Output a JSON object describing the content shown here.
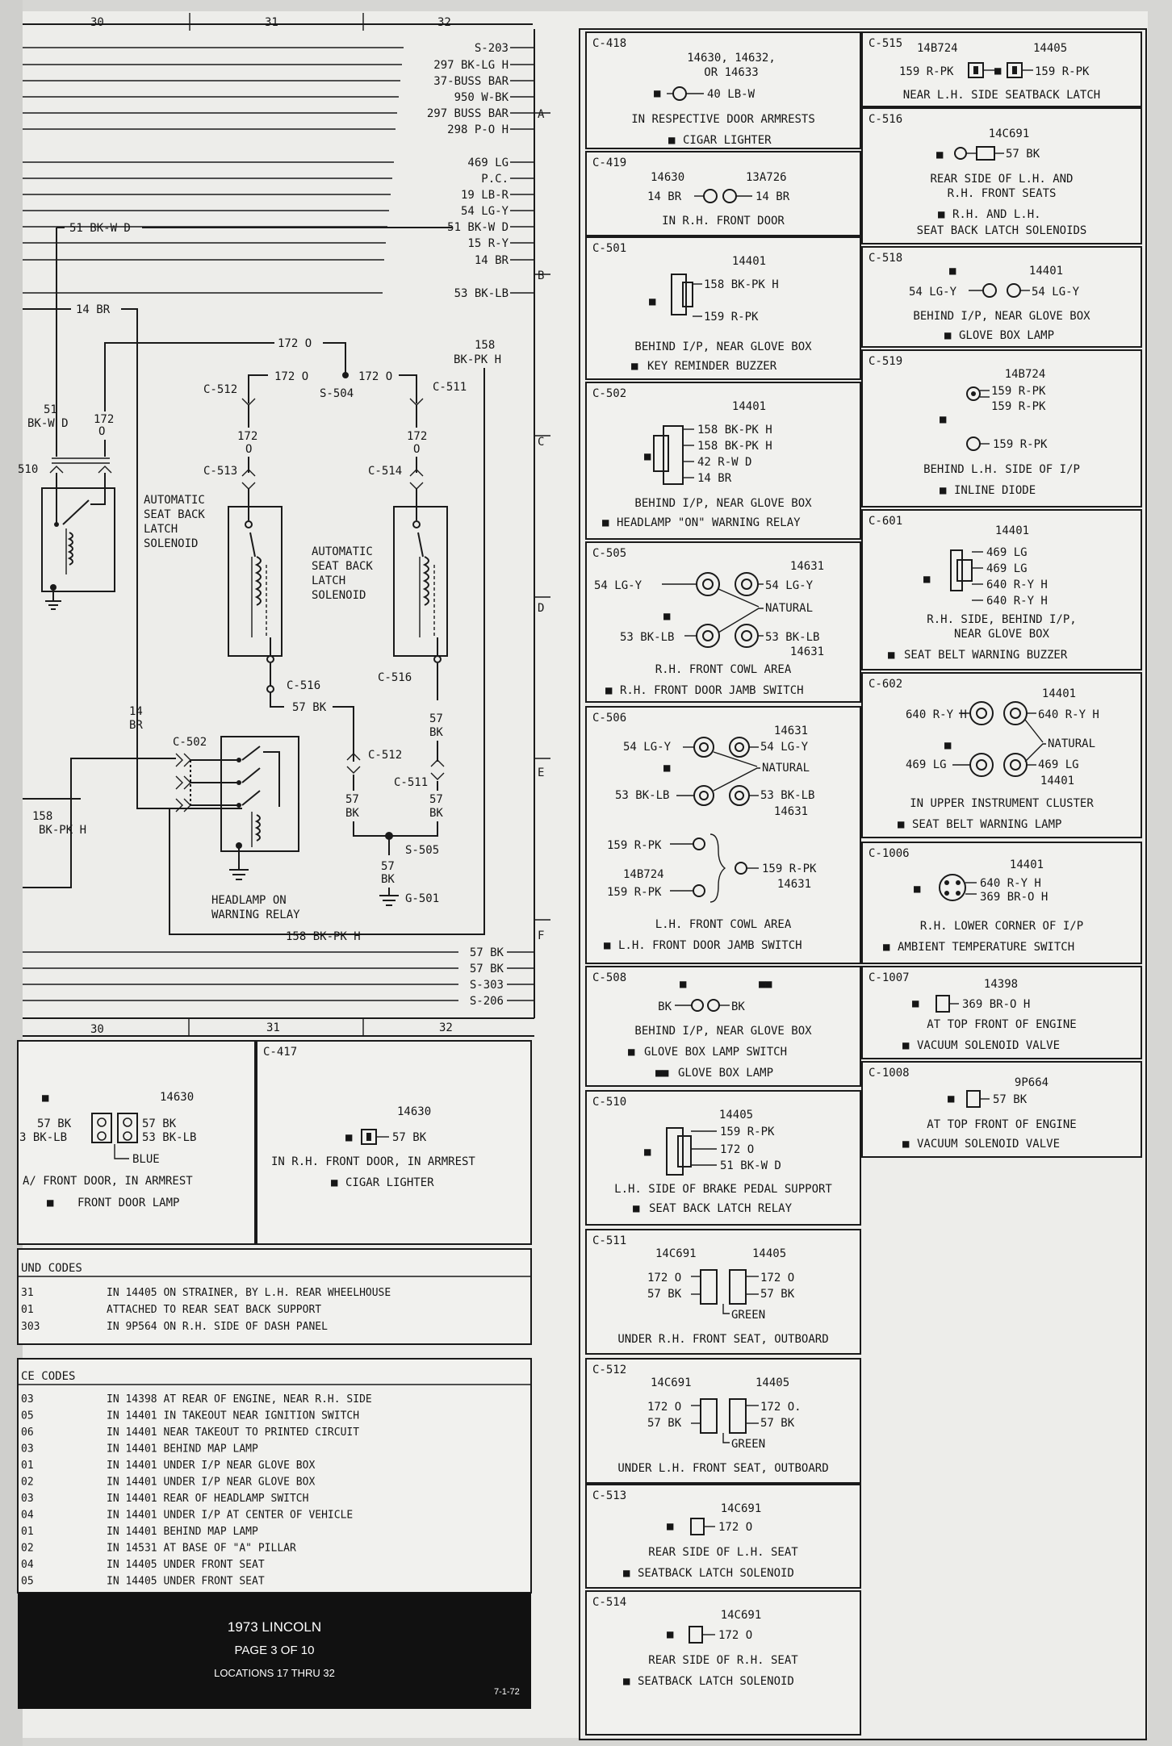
{
  "grid_top": [
    "30",
    "31",
    "32"
  ],
  "grid_bottom": [
    "30",
    "31",
    "32"
  ],
  "zones": [
    "A",
    "B",
    "C",
    "D",
    "E",
    "F"
  ],
  "left_wires": [
    {
      "label": "S-203"
    },
    {
      "label": "297 BK-LG H"
    },
    {
      "label": "37-BUSS BAR"
    },
    {
      "label": "950 W-BK"
    },
    {
      "label": "297 BUSS BAR"
    },
    {
      "label": "298 P-O H"
    },
    {
      "label": "469 LG"
    },
    {
      "label": "P.C."
    },
    {
      "label": "19 LB-R"
    },
    {
      "label": "54 LG-Y"
    },
    {
      "label": "51 BK-W D"
    },
    {
      "label": "15 R-Y"
    },
    {
      "label": "14 BR"
    },
    {
      "label": "53 BK-LB"
    }
  ],
  "bottom_wires": [
    {
      "label": "57 BK"
    },
    {
      "label": "57 BK"
    },
    {
      "label": "S-303"
    },
    {
      "label": "S-206"
    }
  ],
  "schematic": {
    "w_51bkwd": "51 BK-W D",
    "w_14br": "14 BR",
    "w_172o_top": "172 O",
    "w_172o_l": "172 O",
    "w_172o_r": "172 O",
    "c512": "C-512",
    "s504": "S-504",
    "c511": "C-511",
    "w158": "158",
    "w158b": "BK-PK H",
    "w51l1": "51",
    "w51l2": "BK-W D",
    "w172a": "172",
    "w172b": "O",
    "c510": "510",
    "w172c": "172",
    "w172d": "O",
    "c513": "C-513",
    "w172e": "172",
    "w172f": "O",
    "c514": "C-514",
    "asb1": [
      "AUTOMATIC",
      "SEAT BACK",
      "LATCH",
      "SOLENOID"
    ],
    "asb2": [
      "AUTOMATIC",
      "SEAT BACK",
      "LATCH",
      "SOLENOID"
    ],
    "c516a": "C-516",
    "w57bk": "57 BK",
    "c516b": "C-516",
    "w14": "14",
    "wbr": "BR",
    "c502": "C-502",
    "w57a": "57",
    "wbka": "BK",
    "c512b": "C-512",
    "c511b": "C-511",
    "w57b": "57",
    "wbkb": "BK",
    "w57c": "57",
    "wbkc": "BK",
    "w158c": "158",
    "w158d": "BK-PK H",
    "s505": "S-505",
    "w57d": "57",
    "wbkd": "BK",
    "g501": "G-501",
    "hdlamp": [
      "HEADLAMP ON",
      "WARNING RELAY"
    ],
    "w158e": "158 BK-PK H"
  },
  "c417_left": {
    "part": "14630",
    "w1": "57 BK",
    "w2": "57 BK",
    "w3": "3 BK-LB",
    "w4": "53 BK-LB",
    "blue": "BLUE",
    "loc": "A/ FRONT DOOR, IN ARMREST",
    "fn": "FRONT DOOR LAMP"
  },
  "c417": {
    "id": "C-417",
    "part": "14630",
    "wire": "57 BK",
    "loc": "IN R.H. FRONT DOOR, IN ARMREST",
    "fn": "CIGAR LIGHTER"
  },
  "ground_codes": {
    "title": "UND CODES",
    "rows": [
      {
        "code": "31",
        "text": "IN 14405 ON STRAINER, BY L.H. REAR WHEELHOUSE"
      },
      {
        "code": "01",
        "text": "ATTACHED TO REAR SEAT BACK SUPPORT"
      },
      {
        "code": "303",
        "text": "IN 9P564 ON R.H. SIDE OF DASH PANEL"
      }
    ]
  },
  "splice_codes": {
    "title": "CE  CODES",
    "rows": [
      {
        "code": "03",
        "text": "IN 14398 AT REAR OF ENGINE, NEAR R.H. SIDE"
      },
      {
        "code": "05",
        "text": "IN 14401 IN TAKEOUT NEAR IGNITION SWITCH"
      },
      {
        "code": "06",
        "text": "IN 14401 NEAR TAKEOUT TO PRINTED CIRCUIT"
      },
      {
        "code": "03",
        "text": "IN 14401 BEHIND MAP LAMP"
      },
      {
        "code": "01",
        "text": "IN 14401 UNDER I/P NEAR GLOVE BOX"
      },
      {
        "code": "02",
        "text": "IN 14401 UNDER I/P NEAR GLOVE BOX"
      },
      {
        "code": "03",
        "text": "IN 14401 REAR OF HEADLAMP SWITCH"
      },
      {
        "code": "04",
        "text": "IN 14401 UNDER I/P AT CENTER OF VEHICLE"
      },
      {
        "code": "01",
        "text": "IN 14401 BEHIND MAP LAMP"
      },
      {
        "code": "02",
        "text": "IN 14531 AT BASE OF \"A\" PILLAR"
      },
      {
        "code": "04",
        "text": "IN 14405 UNDER FRONT SEAT"
      },
      {
        "code": "05",
        "text": "IN 14405 UNDER FRONT SEAT"
      }
    ]
  },
  "title_block": {
    "line1": "1973 LINCOLN",
    "line2": "PAGE 3 OF 10",
    "line3": "LOCATIONS 17 THRU 32",
    "date": "7-1-72"
  },
  "connectors_a": [
    {
      "id": "C-418",
      "part": "14630, 14632,",
      "part2": "OR 14633",
      "wire": "40 LB-W",
      "loc": "IN RESPECTIVE DOOR ARMRESTS",
      "fn": "CIGAR LIGHTER"
    },
    {
      "id": "C-419",
      "p1": "14630",
      "p2": "13A726",
      "w1": "14 BR",
      "w2": "14 BR",
      "loc": "IN R.H. FRONT DOOR"
    },
    {
      "id": "C-501",
      "part": "14401",
      "w1": "158 BK-PK H",
      "w2": "159 R-PK",
      "loc": "BEHIND I/P, NEAR GLOVE BOX",
      "fn": "KEY REMINDER BUZZER"
    },
    {
      "id": "C-502",
      "part": "14401",
      "w1": "158 BK-PK H",
      "w2": "158 BK-PK H",
      "w3": "42 R-W D",
      "w4": "14 BR",
      "loc": "BEHIND I/P, NEAR GLOVE BOX",
      "fn": "HEADLAMP \"ON\" WARNING RELAY"
    },
    {
      "id": "C-505",
      "p1": "14631",
      "w1": "54 LG-Y",
      "w2": "54 LG-Y",
      "nat": "NATURAL",
      "w3": "53 BK-LB",
      "w4": "53 BK-LB",
      "p2": "14631",
      "loc": "R.H. FRONT COWL AREA",
      "fn": "R.H. FRONT DOOR JAMB SWITCH"
    },
    {
      "id": "C-506",
      "p1": "14631",
      "w1": "54 LG-Y",
      "w2": "54 LG-Y",
      "nat": "NATURAL",
      "w3": "53 BK-LB",
      "w4": "53 BK-LB",
      "p2": "14631",
      "w5": "159 R-PK",
      "p3": "14B724",
      "w6": "159 R-PK",
      "w7": "159 R-PK",
      "p4": "14631",
      "loc": "L.H. FRONT COWL AREA",
      "fn": "L.H. FRONT DOOR JAMB SWITCH"
    },
    {
      "id": "C-508",
      "w1": "BK",
      "w2": "BK",
      "loc": "BEHIND I/P, NEAR GLOVE BOX",
      "fn": "GLOVE BOX LAMP SWITCH",
      "fn2": "GLOVE BOX LAMP"
    },
    {
      "id": "C-510",
      "part": "14405",
      "w1": "159 R-PK",
      "w2": "172 O",
      "w3": "51 BK-W D",
      "loc": "L.H. SIDE OF BRAKE PEDAL SUPPORT",
      "fn": "SEAT BACK LATCH RELAY"
    },
    {
      "id": "C-511",
      "p1": "14C691",
      "p2": "14405",
      "w1": "172 O",
      "w2": "172 O",
      "w3": "57 BK",
      "w4": "57 BK",
      "green": "GREEN",
      "loc": "UNDER R.H. FRONT SEAT, OUTBOARD"
    },
    {
      "id": "C-512",
      "p1": "14C691",
      "p2": "14405",
      "w1": "172 O",
      "w2": "172 O.",
      "w3": "57 BK",
      "w4": "57 BK",
      "green": "GREEN",
      "loc": "UNDER L.H. FRONT SEAT, OUTBOARD"
    },
    {
      "id": "C-513",
      "part": "14C691",
      "wire": "172 O",
      "loc": "REAR SIDE OF L.H. SEAT",
      "fn": "SEATBACK LATCH SOLENOID"
    },
    {
      "id": "C-514",
      "part": "14C691",
      "wire": "172 O",
      "loc": "REAR SIDE OF R.H. SEAT",
      "fn": "SEATBACK LATCH SOLENOID"
    }
  ],
  "connectors_b": [
    {
      "id": "C-515",
      "p1": "14B724",
      "p2": "14405",
      "w1": "159 R-PK",
      "w2": "159 R-PK",
      "loc": "NEAR L.H. SIDE SEATBACK LATCH"
    },
    {
      "id": "C-516",
      "part": "14C691",
      "wire": "57 BK",
      "loc1": "REAR SIDE OF L.H. AND",
      "loc2": "R.H. FRONT SEATS",
      "fn1": "R.H. AND L.H.",
      "fn2": "SEAT BACK LATCH SOLENOIDS"
    },
    {
      "id": "C-518",
      "part": "14401",
      "w1": "54 LG-Y",
      "w2": "54 LG-Y",
      "loc": "BEHIND I/P, NEAR GLOVE BOX",
      "fn": "GLOVE BOX LAMP"
    },
    {
      "id": "C-519",
      "part": "14B724",
      "w1": "159 R-PK",
      "w2": "159 R-PK",
      "w3": "159 R-PK",
      "loc": "BEHIND L.H. SIDE OF I/P",
      "fn": "INLINE DIODE"
    },
    {
      "id": "C-601",
      "part": "14401",
      "w1": "469 LG",
      "w2": "469 LG",
      "w3": "640 R-Y H",
      "w4": "640 R-Y H",
      "loc1": "R.H. SIDE, BEHIND I/P,",
      "loc2": "NEAR GLOVE BOX",
      "fn": "SEAT BELT WARNING BUZZER"
    },
    {
      "id": "C-602",
      "part": "14401",
      "w1": "640 R-Y H",
      "w2": "640 R-Y H",
      "nat": "NATURAL",
      "w3": "469 LG",
      "w4": "469 LG",
      "p2": "14401",
      "loc": "IN UPPER INSTRUMENT CLUSTER",
      "fn": "SEAT BELT WARNING LAMP"
    },
    {
      "id": "C-1006",
      "part": "14401",
      "w1": "640 R-Y H",
      "w2": "369 BR-O H",
      "loc": "R.H. LOWER CORNER OF I/P",
      "fn": "AMBIENT TEMPERATURE SWITCH"
    },
    {
      "id": "C-1007",
      "part": "14398",
      "wire": "369 BR-O H",
      "loc": "AT TOP FRONT OF ENGINE",
      "fn": "VACUUM SOLENOID VALVE"
    },
    {
      "id": "C-1008",
      "part": "9P664",
      "wire": "57 BK",
      "loc": "AT TOP FRONT OF ENGINE",
      "fn": "VACUUM SOLENOID VALVE"
    }
  ]
}
